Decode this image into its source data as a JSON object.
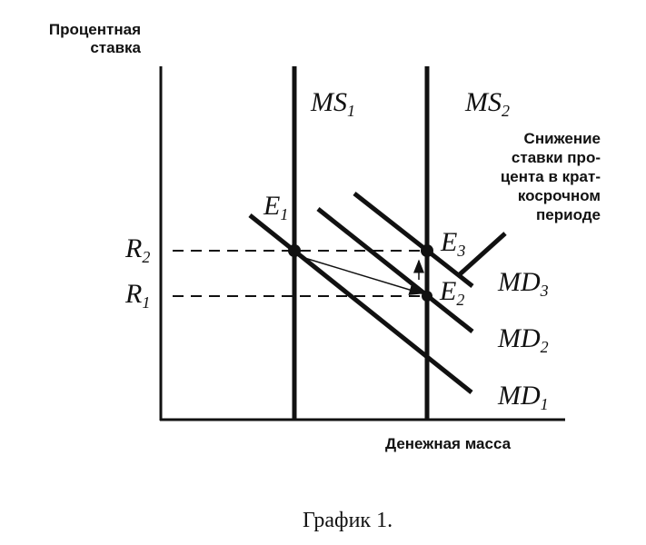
{
  "axes": {
    "y_label_line1": "Процентная",
    "y_label_line2": "ставка",
    "x_label": "Денежная масса"
  },
  "curves": {
    "ms1": {
      "main": "MS",
      "sub": "1"
    },
    "ms2": {
      "main": "MS",
      "sub": "2"
    },
    "md1": {
      "main": "MD",
      "sub": "1"
    },
    "md2": {
      "main": "MD",
      "sub": "2"
    },
    "md3": {
      "main": "MD",
      "sub": "3"
    }
  },
  "points": {
    "e1": {
      "main": "E",
      "sub": "1"
    },
    "e2": {
      "main": "E",
      "sub": "2"
    },
    "e3": {
      "main": "E",
      "sub": "3"
    }
  },
  "rates": {
    "r1": {
      "main": "R",
      "sub": "1"
    },
    "r2": {
      "main": "R",
      "sub": "2"
    }
  },
  "annotation": [
    "Снижение",
    "ставки про-",
    "цента в крат-",
    "косрочном",
    "периоде"
  ],
  "caption": "График 1."
}
